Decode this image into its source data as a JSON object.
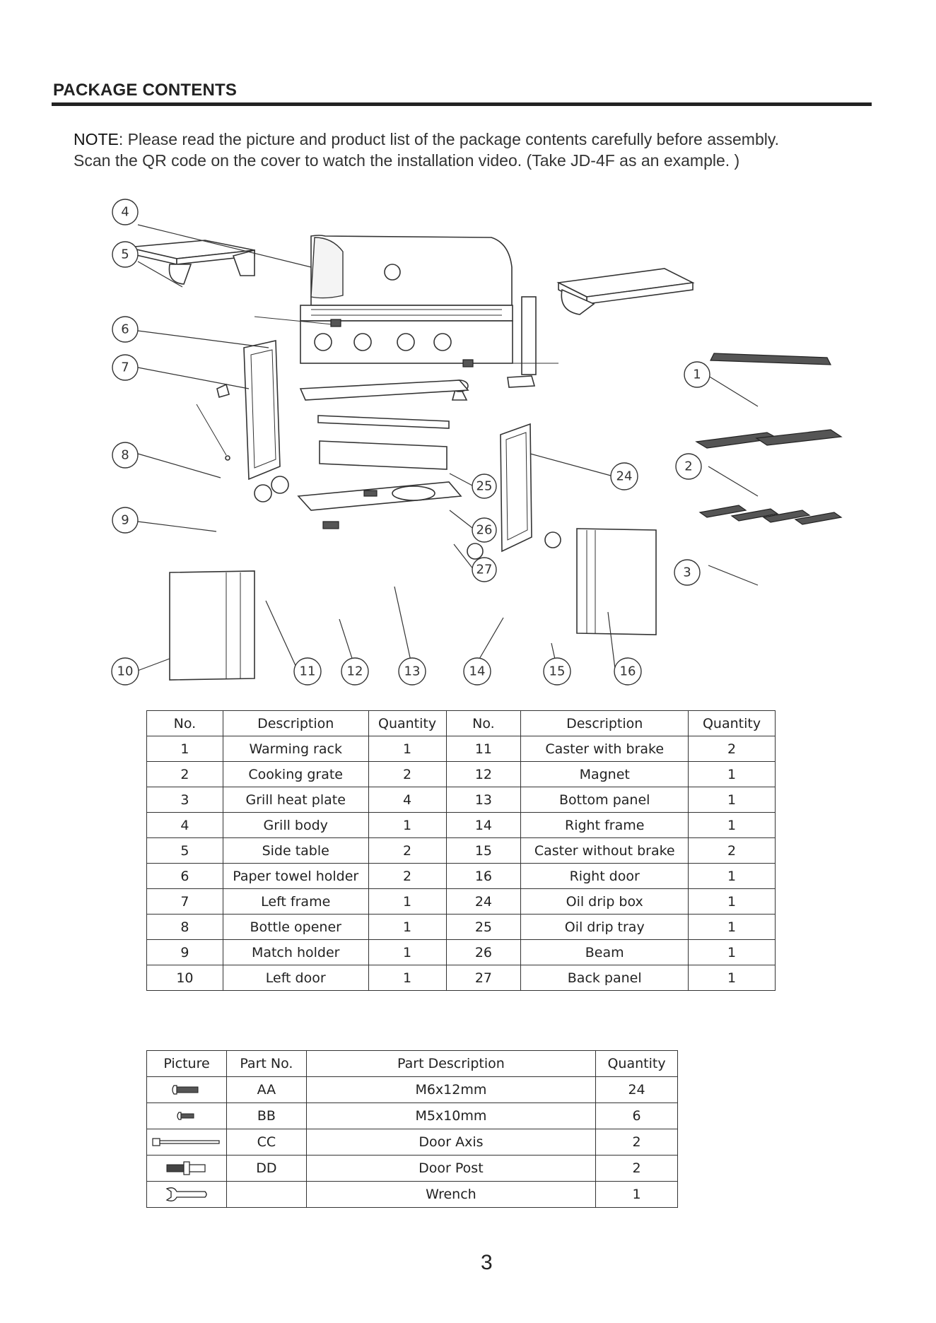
{
  "header": {
    "title": "PACKAGE CONTENTS",
    "note_label": "NOTE",
    "note_line1": ": Please read the picture and product list of the package contents carefully before assembly.",
    "note_line2": "Scan the QR code on the cover to watch the installation video. (Take JD-4F as an example. )"
  },
  "diagram": {
    "callouts": [
      "1",
      "2",
      "3",
      "4",
      "5",
      "6",
      "7",
      "8",
      "9",
      "10",
      "11",
      "12",
      "13",
      "14",
      "15",
      "16",
      "24",
      "25",
      "26",
      "27"
    ]
  },
  "parts_table": {
    "headers": [
      "No.",
      "Description",
      "Quantity",
      "No.",
      "Description",
      "Quantity"
    ],
    "rows": [
      [
        "1",
        "Warming rack",
        "1",
        "11",
        "Caster with brake",
        "2"
      ],
      [
        "2",
        "Cooking grate",
        "2",
        "12",
        "Magnet",
        "1"
      ],
      [
        "3",
        "Grill heat plate",
        "4",
        "13",
        "Bottom panel",
        "1"
      ],
      [
        "4",
        "Grill body",
        "1",
        "14",
        "Right frame",
        "1"
      ],
      [
        "5",
        "Side table",
        "2",
        "15",
        "Caster without brake",
        "2"
      ],
      [
        "6",
        "Paper towel holder",
        "2",
        "16",
        "Right door",
        "1"
      ],
      [
        "7",
        "Left frame",
        "1",
        "24",
        "Oil drip box",
        "1"
      ],
      [
        "8",
        "Bottle opener",
        "1",
        "25",
        "Oil drip tray",
        "1"
      ],
      [
        "9",
        "Match holder",
        "1",
        "26",
        "Beam",
        "1"
      ],
      [
        "10",
        "Left door",
        "1",
        "27",
        "Back panel",
        "1"
      ]
    ]
  },
  "hardware_table": {
    "headers": [
      "Picture",
      "Part No.",
      "Part Description",
      "Quantity"
    ],
    "rows": [
      {
        "icon": "bolt-long-icon",
        "part_no": "AA",
        "description": "M6x12mm",
        "quantity": "24"
      },
      {
        "icon": "bolt-short-icon",
        "part_no": "BB",
        "description": "M5x10mm",
        "quantity": "6"
      },
      {
        "icon": "door-axis-icon",
        "part_no": "CC",
        "description": "Door Axis",
        "quantity": "2"
      },
      {
        "icon": "door-post-icon",
        "part_no": "DD",
        "description": "Door Post",
        "quantity": "2"
      },
      {
        "icon": "wrench-icon",
        "part_no": "",
        "description": "Wrench",
        "quantity": "1"
      }
    ]
  },
  "footer": {
    "page_number": "3"
  }
}
